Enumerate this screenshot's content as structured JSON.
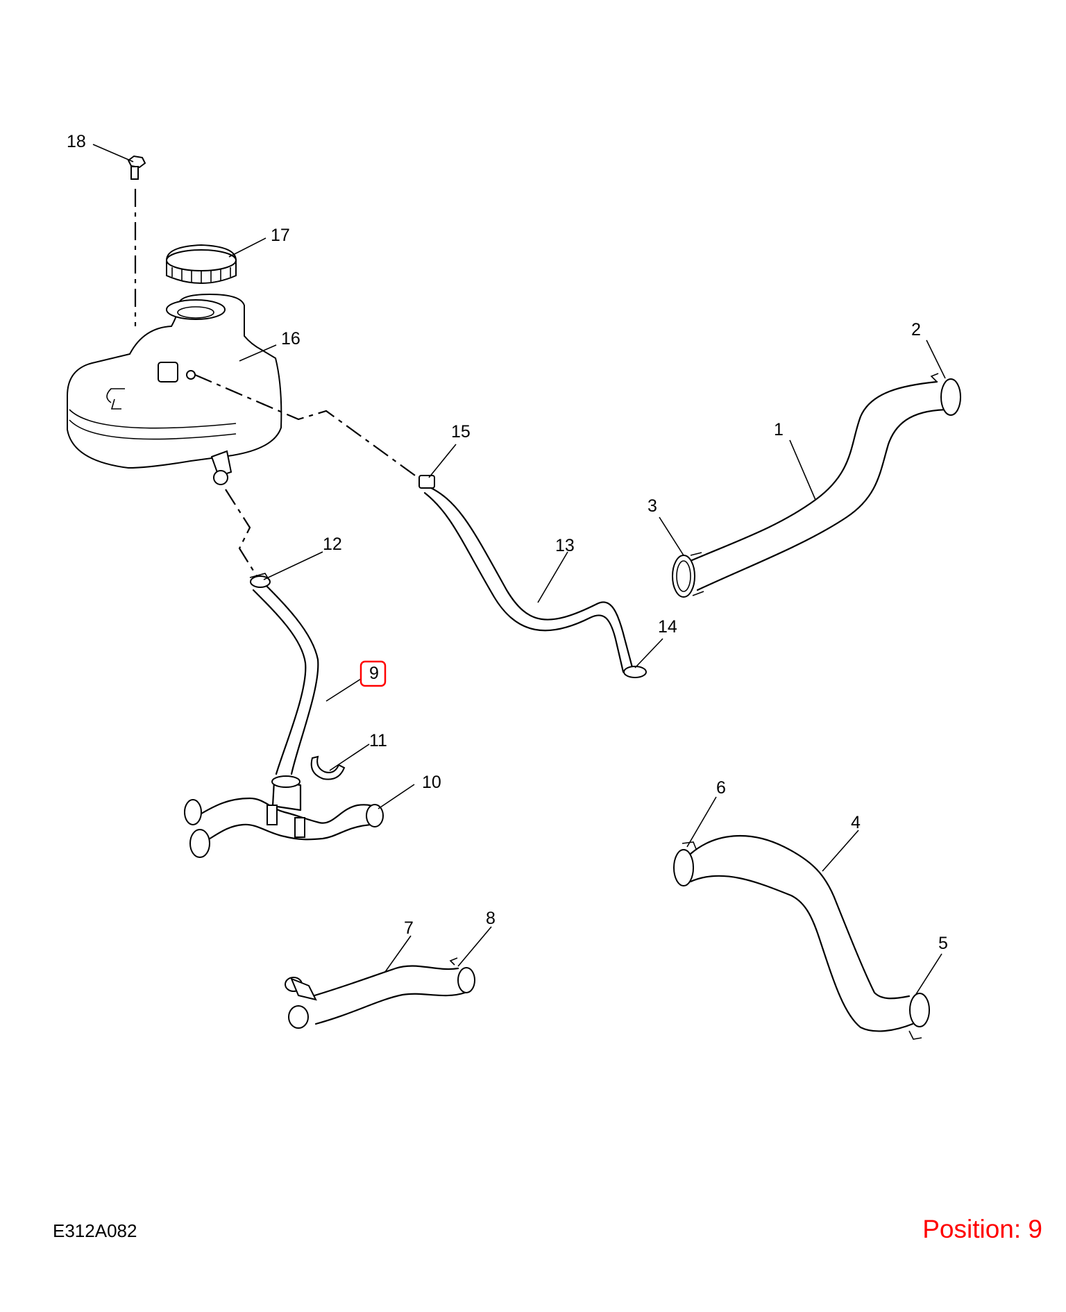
{
  "callouts": {
    "c1": "1",
    "c2": "2",
    "c3": "3",
    "c4": "4",
    "c5": "5",
    "c6": "6",
    "c7": "7",
    "c8": "8",
    "c9": "9",
    "c10": "10",
    "c11": "11",
    "c12": "12",
    "c13": "13",
    "c14": "14",
    "c15": "15",
    "c16": "16",
    "c17": "17",
    "c18": "18"
  },
  "highlighted_callout": "9",
  "highlight_color": "#ff0000",
  "diagram_code": "E312A082",
  "position_label": "Position: 9"
}
